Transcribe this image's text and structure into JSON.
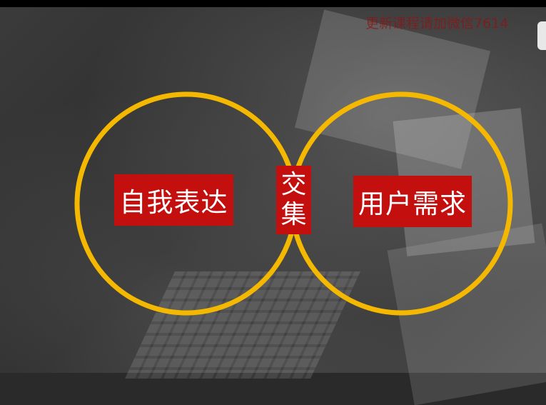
{
  "watermark": "更新课程请加微信7614",
  "diagram": {
    "left_label": "自我表达",
    "right_label": "用户需求",
    "intersection_chars": [
      "交",
      "集"
    ],
    "circle_color": "#f5b800",
    "label_color": "#c40f0f"
  }
}
